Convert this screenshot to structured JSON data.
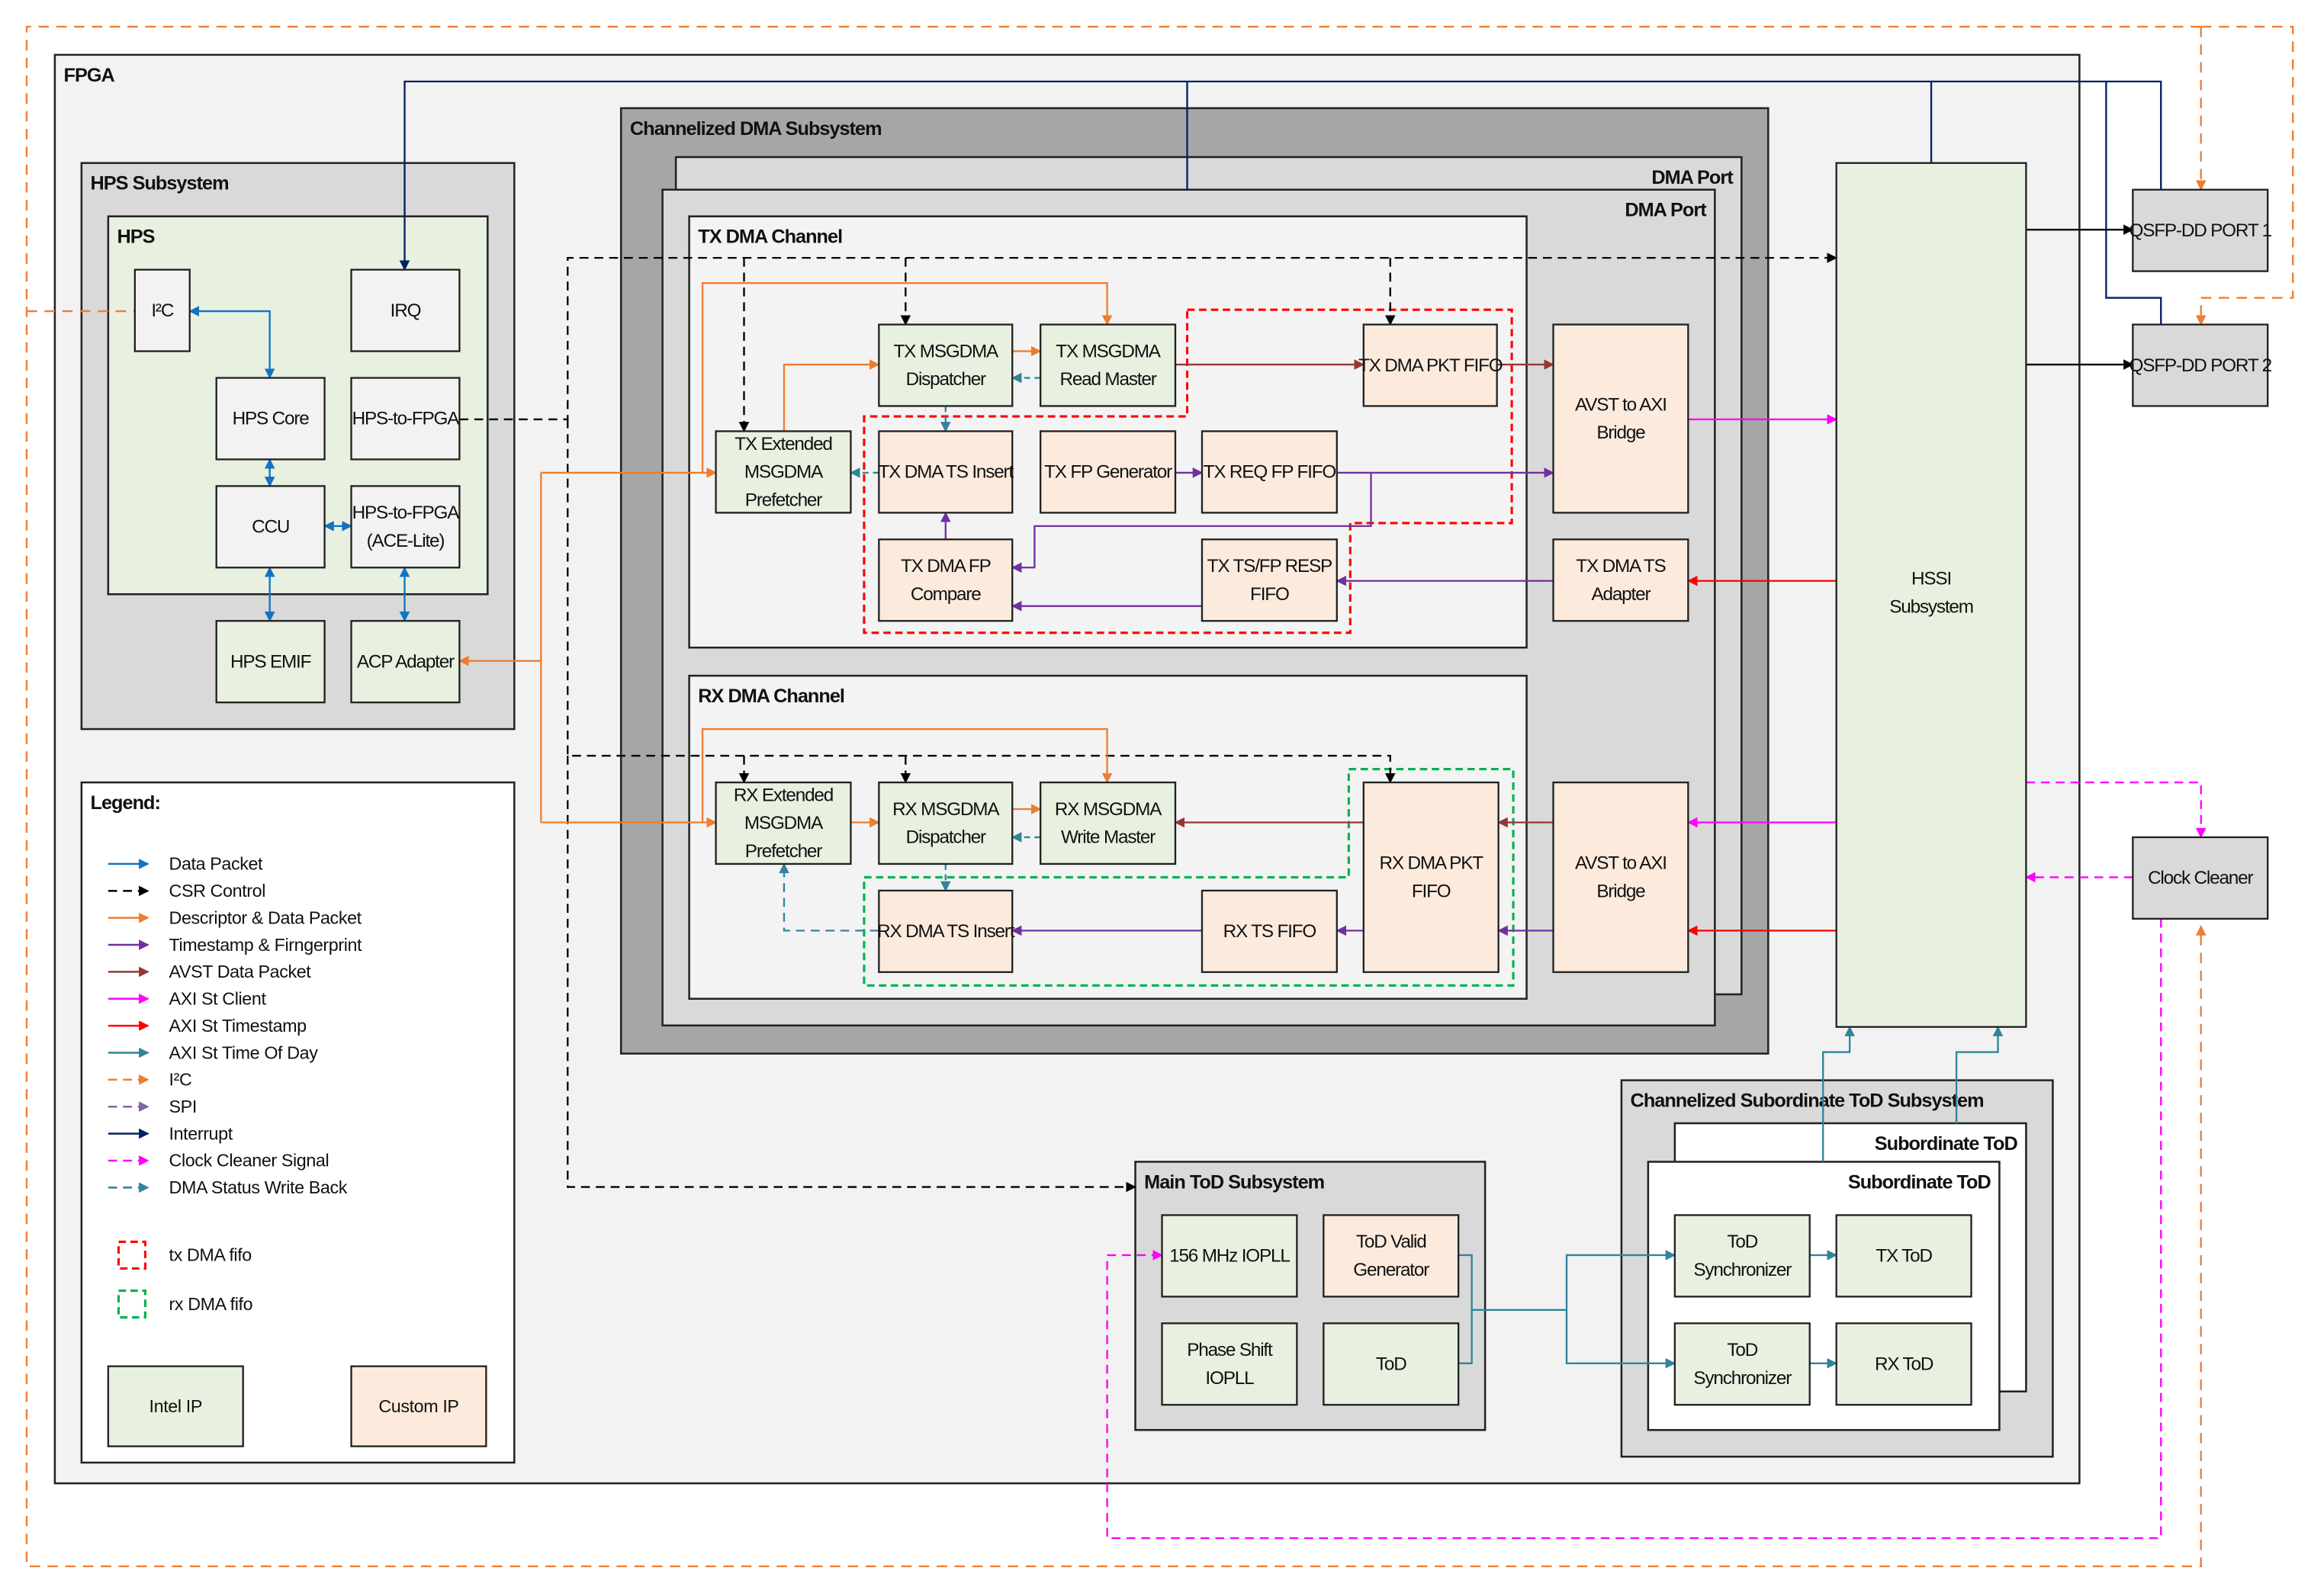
{
  "colors": {
    "data_packet": "#1273c4",
    "csr_control": "#000000",
    "descriptor_data_packet": "#ed7d31",
    "timestamp_fingerprint": "#7030a0",
    "avst_data_packet": "#953735",
    "axi_st_client": "#ff00ff",
    "axi_st_timestamp": "#ff0000",
    "axi_st_time_of_day": "#31849b",
    "i2c": "#ed7d31",
    "spi": "#8064a2",
    "interrupt": "#002060",
    "clock_cleaner_signal": "#ff00ff",
    "dma_status_write_back": "#31849b",
    "tx_dma_fifo": "#ff0000",
    "rx_dma_fifo": "#00b050",
    "intel_ip_fill": "#e8f0e0",
    "custom_ip_fill": "#fcebdd",
    "generic_block_fill": "#f2f2f2",
    "subsystem_fill": "#d9d9d9",
    "channelized_fill": "#a6a6a6",
    "external_block_fill": "#d9d9d9"
  },
  "fpga": {
    "title": "FPGA"
  },
  "hps_subsystem": {
    "title": "HPS Subsystem",
    "hps": {
      "title": "HPS",
      "blocks": {
        "i2c": "I²C",
        "irq": "IRQ",
        "hps_core": "HPS Core",
        "hps_to_fpga": "HPS-to-FPGA",
        "ccu": "CCU",
        "hps_to_fpga_ace": "HPS-to-FPGA\n(ACE-Lite)"
      }
    },
    "blocks": {
      "hps_emif": "HPS EMIF",
      "acp_adapter": "ACP Adapter"
    }
  },
  "channelized_dma": {
    "title": "Channelized DMA Subsystem",
    "dma_port_back": "DMA Port",
    "dma_port_front": "DMA Port",
    "tx_channel": {
      "title": "TX DMA Channel",
      "blocks": {
        "tx_prefetcher": "TX Extended\nMSGDMA\nPrefetcher",
        "tx_dispatcher": "TX MSGDMA\nDispatcher",
        "tx_read_master": "TX MSGDMA\nRead Master",
        "tx_pkt_fifo": "TX DMA PKT FIFO",
        "tx_ts_insert": "TX DMA TS Insert",
        "tx_fp_generator": "TX FP Generator",
        "tx_req_fp_fifo": "TX REQ FP FIFO",
        "tx_fp_compare": "TX DMA FP\nCompare",
        "tx_resp_fifo": "TX TS/FP RESP\nFIFO"
      }
    },
    "rx_channel": {
      "title": "RX DMA Channel",
      "blocks": {
        "rx_prefetcher": "RX Extended\nMSGDMA\nPrefetcher",
        "rx_dispatcher": "RX MSGDMA\nDispatcher",
        "rx_write_master": "RX MSGDMA\nWrite Master",
        "rx_pkt_fifo": "RX DMA PKT\nFIFO",
        "rx_ts_insert": "RX DMA TS Insert",
        "rx_ts_fifo": "RX TS FIFO"
      }
    },
    "blocks": {
      "tx_avst_axi_bridge": "AVST to AXI\nBridge",
      "tx_ts_adapter": "TX DMA TS\nAdapter",
      "rx_avst_axi_bridge": "AVST to AXI\nBridge"
    }
  },
  "hssi": {
    "label": "HSSI\nSubsystem"
  },
  "external": {
    "qsfp1": "QSFP-DD PORT 1",
    "qsfp2": "QSFP-DD PORT 2",
    "clock_cleaner": "Clock Cleaner"
  },
  "main_tod": {
    "title": "Main ToD Subsystem",
    "blocks": {
      "iopll_156": "156 MHz IOPLL",
      "tod_valid_gen": "ToD Valid\nGenerator",
      "phase_shift_iopll": "Phase Shift\nIOPLL",
      "tod": "ToD"
    }
  },
  "sub_tod": {
    "title": "Channelized Subordinate ToD Subsystem",
    "back_title": "Subordinate ToD",
    "front_title": "Subordinate ToD",
    "blocks": {
      "tod_sync_tx": "ToD\nSynchronizer",
      "tx_tod": "TX ToD",
      "tod_sync_rx": "ToD\nSynchronizer",
      "rx_tod": "RX ToD"
    }
  },
  "legend": {
    "title": "Legend:",
    "lines": [
      {
        "label": "Data Packet",
        "color_key": "data_packet",
        "dashed": false
      },
      {
        "label": "CSR Control",
        "color_key": "csr_control",
        "dashed": true
      },
      {
        "label": "Descriptor & Data Packet",
        "color_key": "descriptor_data_packet",
        "dashed": false
      },
      {
        "label": "Timestamp & Firngerprint",
        "color_key": "timestamp_fingerprint",
        "dashed": false
      },
      {
        "label": "AVST Data Packet",
        "color_key": "avst_data_packet",
        "dashed": false
      },
      {
        "label": "AXI St Client",
        "color_key": "axi_st_client",
        "dashed": false
      },
      {
        "label": "AXI St Timestamp",
        "color_key": "axi_st_timestamp",
        "dashed": false
      },
      {
        "label": "AXI St Time Of Day",
        "color_key": "axi_st_time_of_day",
        "dashed": false
      },
      {
        "label": "I²C",
        "color_key": "i2c",
        "dashed": true
      },
      {
        "label": "SPI",
        "color_key": "spi",
        "dashed": true
      },
      {
        "label": "Interrupt",
        "color_key": "interrupt",
        "dashed": false
      },
      {
        "label": "Clock Cleaner Signal",
        "color_key": "clock_cleaner_signal",
        "dashed": true
      },
      {
        "label": "DMA Status Write Back",
        "color_key": "dma_status_write_back",
        "dashed": true
      }
    ],
    "boxes": [
      {
        "label": "tx DMA fifo",
        "color_key": "tx_dma_fifo"
      },
      {
        "label": "rx DMA fifo",
        "color_key": "rx_dma_fifo"
      }
    ],
    "ip_types": [
      {
        "label": "Intel IP",
        "color_key": "intel_ip_fill"
      },
      {
        "label": "Custom IP",
        "color_key": "custom_ip_fill"
      }
    ]
  }
}
